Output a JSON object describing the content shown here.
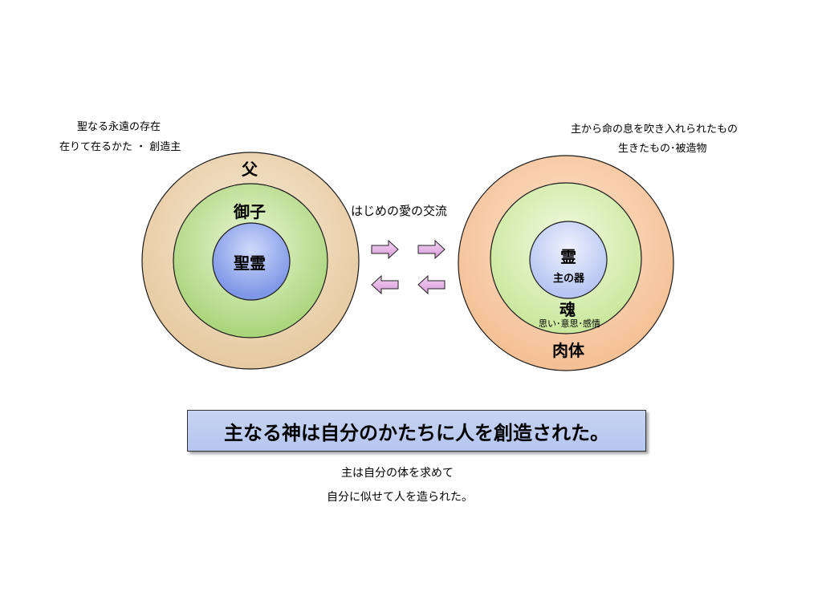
{
  "left_notes": {
    "line1": "聖なる永遠の存在",
    "line2": "在りて在るかた ・ 創造主"
  },
  "right_notes": {
    "line1": "主から命の息を吹き入れられたもの",
    "line2": "生きたもの･被造物"
  },
  "left_circle": {
    "outer_label": "父",
    "middle_label": "御子",
    "inner_label": "聖霊"
  },
  "right_circle": {
    "inner_label": "霊",
    "inner_sublabel": "主の器",
    "middle_label": "魂",
    "middle_sublabel": "思い･意思･感情",
    "outer_label": "肉体"
  },
  "exchange_label": "はじめの愛の交流",
  "banner_text": "主なる神は自分のかたちに人を創造された。",
  "caption": {
    "line1": "主は自分の体を求めて",
    "line2": "自分に似せて人を造られた。"
  },
  "colors": {
    "outer_left": "#ecd9b3",
    "outer_right": "#f7caa5",
    "middle": "#c4e29a",
    "inner": "#8fa6ec",
    "arrow_right": "#e8b8e8",
    "arrow_left": "#e8b8e8"
  }
}
